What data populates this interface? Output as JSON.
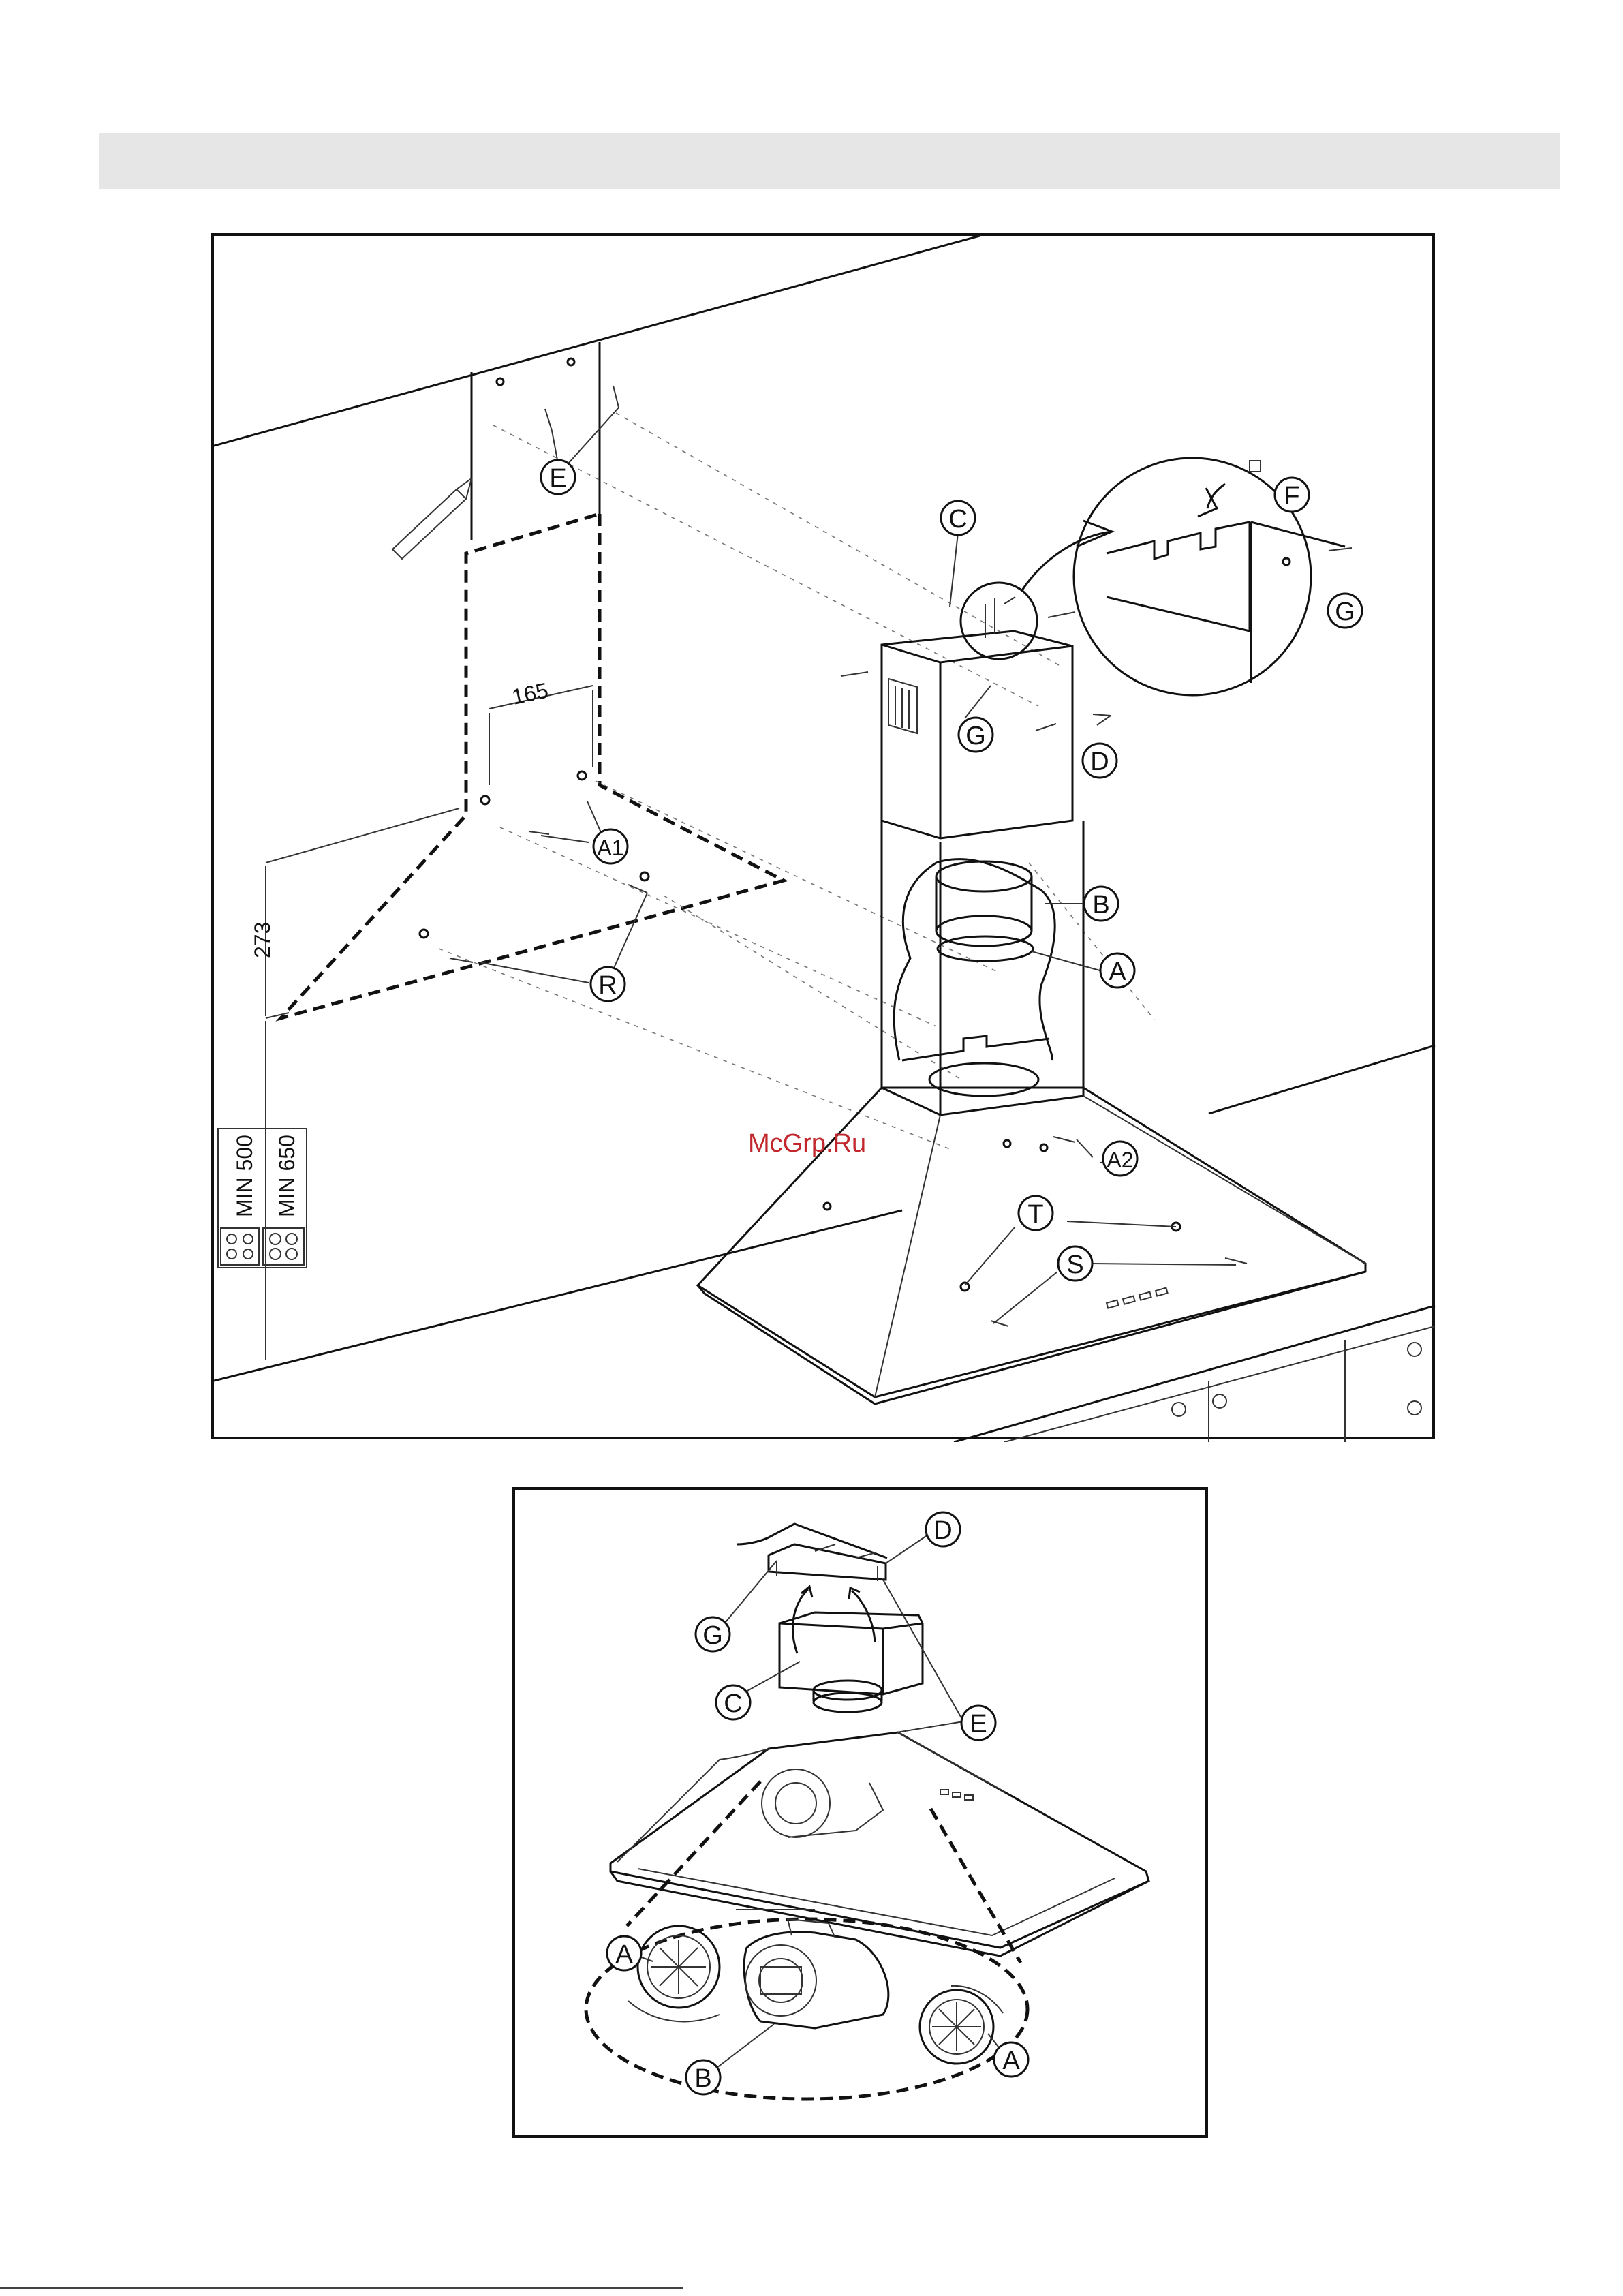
{
  "main_panel": {
    "callouts": {
      "E": "E",
      "C": "C",
      "F": "F",
      "G_zoom": "G",
      "G_chimney": "G",
      "D": "D",
      "A1": "A1",
      "B": "B",
      "A": "A",
      "R": "R",
      "A2": "A2",
      "T": "T",
      "S": "S"
    },
    "dimensions": {
      "spacing": "165",
      "height": "273",
      "min_electric": "MIN 500",
      "min_gas": "MIN 650"
    },
    "watermark": "McGrp.Ru"
  },
  "detail_panel": {
    "callouts": {
      "D": "D",
      "G": "G",
      "C": "C",
      "E": "E",
      "A_left": "A",
      "B": "B",
      "A_right": "A"
    }
  }
}
